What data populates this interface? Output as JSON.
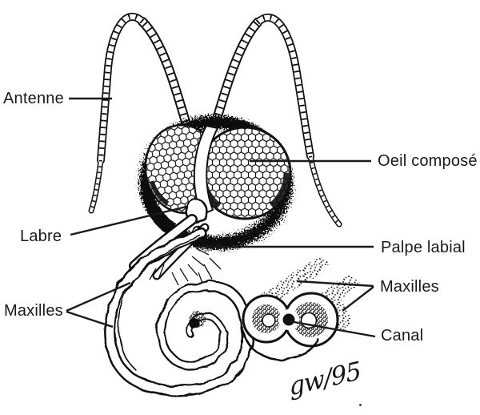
{
  "labels": {
    "antenne": "Antenne",
    "oeil_compose": "Oeil composé",
    "labre": "Labre",
    "palpe_labial": "Palpe labial",
    "maxilles_left": "Maxilles",
    "maxilles_right": "Maxilles",
    "canal": "Canal"
  },
  "signature": "gw/95",
  "colors": {
    "ink": "#1a1a1a",
    "background": "#ffffff"
  }
}
